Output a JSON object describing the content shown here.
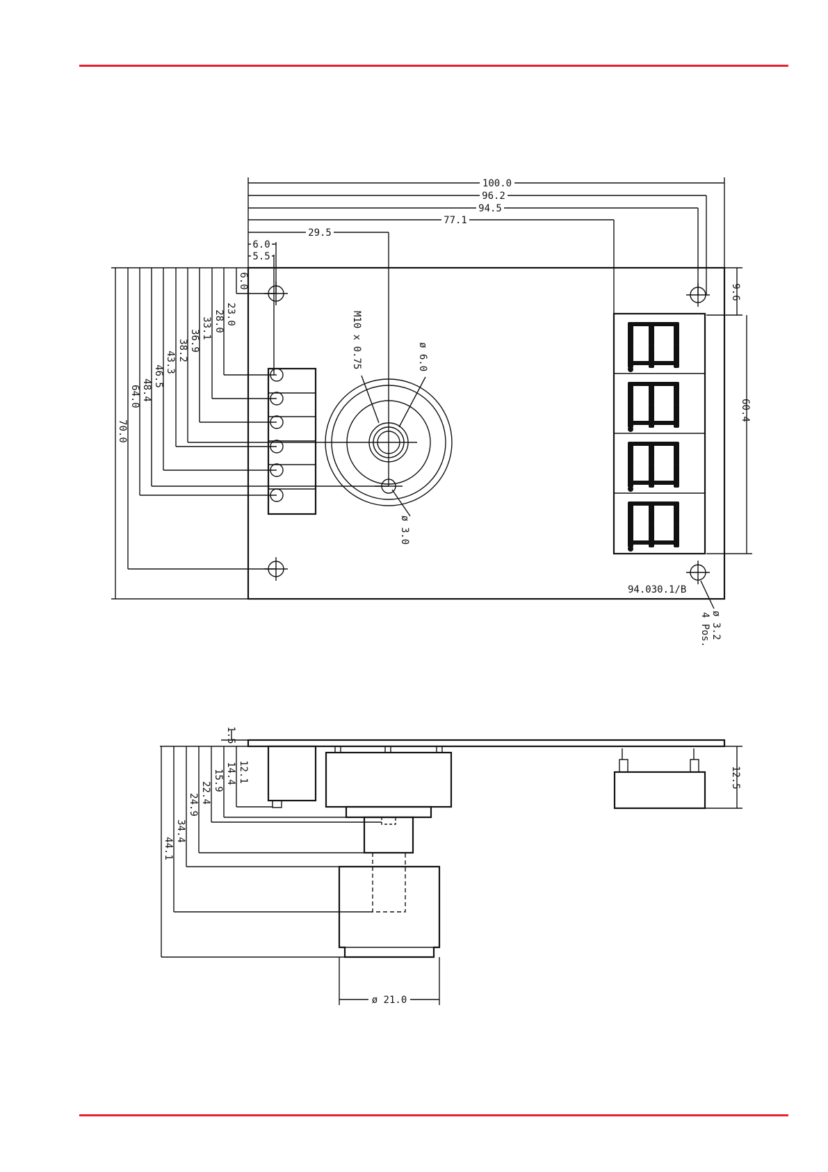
{
  "colors": {
    "rule": "#e8202a",
    "ink": "#111111"
  },
  "top_view": {
    "part_number": "94.030.1/B",
    "width_dims": [
      "100.0",
      "96.2",
      "94.5",
      "77.1",
      "29.5",
      "6.0",
      "5.5"
    ],
    "height_dims": [
      "70.0",
      "64.0",
      "48.4",
      "46.5",
      "43.3",
      "38.2",
      "36.9",
      "33.1",
      "28.0",
      "23.0",
      "6.0"
    ],
    "right_dims": {
      "top_hole": "9.6",
      "display_height": "60.4"
    },
    "labels": {
      "thread": "M10 x 0.75",
      "shaft_dia": "ø 6.0",
      "pin_hole_dia": "ø 3.0",
      "mount_hole_dia": "ø 3.2",
      "mount_hole_count": "4 Pos."
    },
    "display_digits": 4
  },
  "side_view": {
    "left_dims": [
      "1.5",
      "12.1",
      "14.4",
      "15.9",
      "22.4",
      "24.9",
      "34.4",
      "44.1"
    ],
    "display_depth": "12.5",
    "knob_dia": "ø 21.0"
  }
}
